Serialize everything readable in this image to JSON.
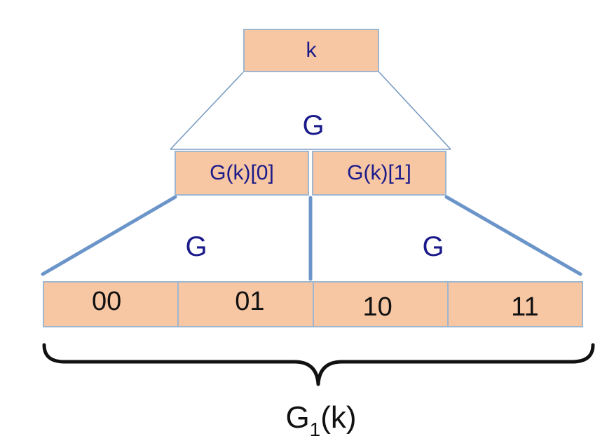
{
  "root": {
    "label": "k"
  },
  "generator_labels": {
    "top": "G",
    "left": "G",
    "right": "G"
  },
  "middle": [
    {
      "label": "G(k)[0]"
    },
    {
      "label": "G(k)[1]"
    }
  ],
  "leaves": [
    {
      "label": "00"
    },
    {
      "label": "01"
    },
    {
      "label": "10"
    },
    {
      "label": "11"
    }
  ],
  "result": {
    "base": "G",
    "subscript": "1",
    "arg": "(k)"
  },
  "colors": {
    "box_fill": "#f7c6a3",
    "box_border": "#9fb6cf",
    "thin_line": "#7a9cc2",
    "thick_line": "#6b95c9",
    "label_text": "#1a1a8a",
    "leaf_text": "#111111",
    "brace": "#111111"
  }
}
